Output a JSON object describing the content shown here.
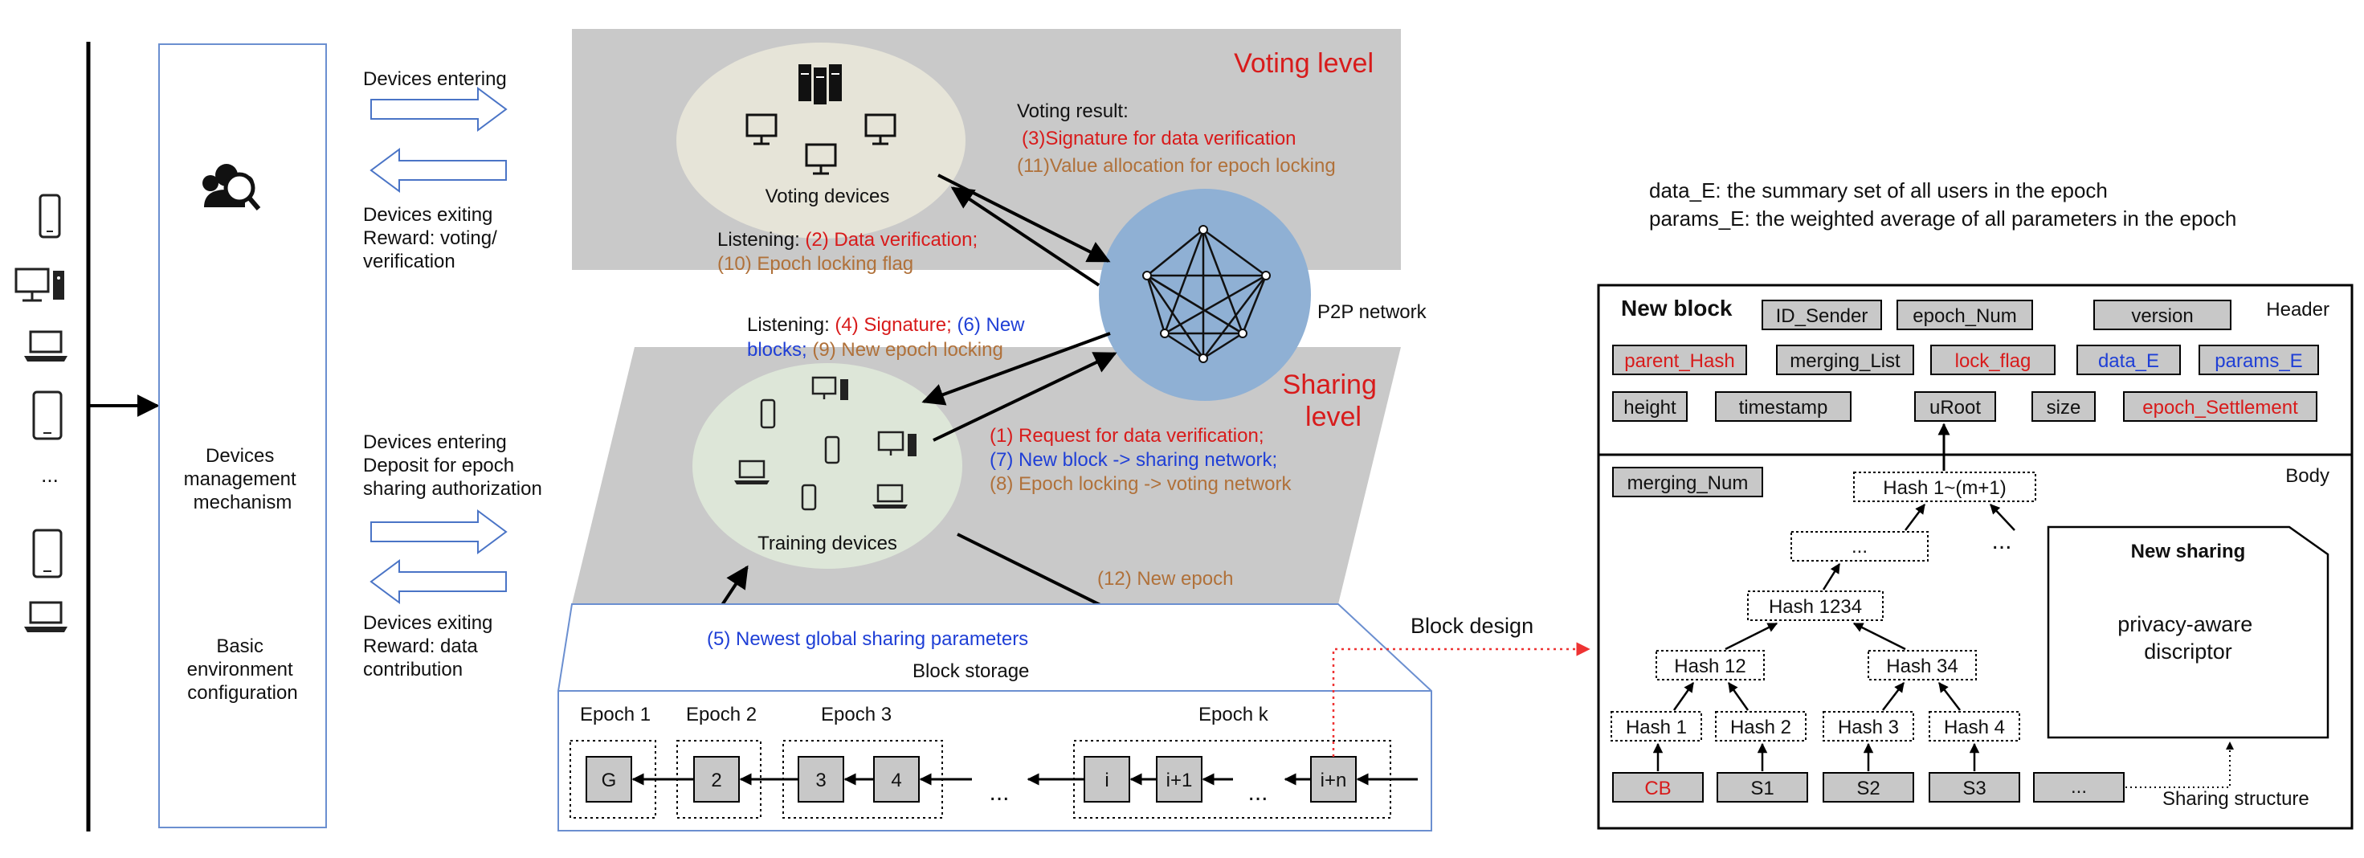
{
  "colors": {
    "red": "#d81b1b",
    "blue": "#1f3fd6",
    "brown": "#b0713a",
    "panel_gray": "#c9c9c9",
    "voting_ellipse": "#e6e4d8",
    "training_ellipse": "#dde6d8",
    "p2p_circle": "#8fb0d4",
    "frame_blue": "#6b8fd0",
    "field_gray": "#c8c8c8"
  },
  "left": {
    "device_icons": [
      "phone-icon",
      "desktop-icon",
      "laptop-icon",
      "tablet-icon",
      "ellipsis",
      "tablet-icon",
      "laptop-icon"
    ],
    "ellipsis": "...",
    "mechanism_label": [
      "Devices",
      "management",
      "mechanism"
    ],
    "basic_label": [
      "Basic",
      "environment",
      "configuration"
    ],
    "entering_top": "Devices entering",
    "exiting_top": [
      "Devices exiting",
      "Reward: voting/",
      "verification"
    ],
    "entering_bottom": [
      "Devices entering",
      "Deposit for epoch",
      "sharing authorization"
    ],
    "exiting_bottom": [
      "Devices exiting",
      "Reward: data",
      "contribution"
    ]
  },
  "voting": {
    "level_title": "Voting level",
    "devices_label": "Voting devices",
    "result_title": "Voting result:",
    "result_line1": "(3)Signature for data verification",
    "result_line2": "(11)Value allocation for epoch locking",
    "listening_prefix": "Listening: ",
    "listening_red": "(2) Data verification;",
    "listening_brown": "(10) Epoch locking flag"
  },
  "p2p": {
    "label": "P2P network"
  },
  "sharing": {
    "level_title_1": "Sharing",
    "level_title_2": "level",
    "devices_label": "Training devices",
    "listening_prefix": "Listening: ",
    "listening_red": "(4) Signature;",
    "listening_blue_1": "(6) New",
    "listening_blue_2": "blocks;",
    "listening_brown": "(9) New epoch locking",
    "req1": "(1) Request for data verification;",
    "req7": "(7) New block -> sharing network;",
    "req8": "(8) Epoch locking -> voting network",
    "new_epoch": "(12) New epoch"
  },
  "storage": {
    "newest": "(5) Newest global sharing parameters",
    "title": "Block storage",
    "block_design": "Block design",
    "epoch_labels": [
      "Epoch 1",
      "Epoch 2",
      "Epoch 3",
      "Epoch k"
    ],
    "blocks": [
      "G",
      "2",
      "3",
      "4",
      "i",
      "i+1",
      "i+n"
    ],
    "dots": "..."
  },
  "block": {
    "def1": "data_E: the summary set of all users in the epoch",
    "def2": "params_E: the weighted average of all parameters in the epoch",
    "title": "New block",
    "header": "Header",
    "body": "Body",
    "fields_row1": [
      "ID_Sender",
      "epoch_Num",
      "version"
    ],
    "fields_row2": [
      {
        "label": "parent_Hash",
        "color": "red"
      },
      {
        "label": "merging_List",
        "color": "black"
      },
      {
        "label": "lock_flag",
        "color": "red"
      },
      {
        "label": "data_E",
        "color": "blue"
      },
      {
        "label": "params_E",
        "color": "blue"
      }
    ],
    "fields_row3": [
      {
        "label": "height",
        "color": "black"
      },
      {
        "label": "timestamp",
        "color": "black"
      },
      {
        "label": "uRoot",
        "color": "black"
      },
      {
        "label": "size",
        "color": "black"
      },
      {
        "label": "epoch_Settlement",
        "color": "red"
      }
    ],
    "merging_num": "merging_Num",
    "hash_top": "Hash 1~(m+1)",
    "hash_dots": "...",
    "hash_1234": "Hash 1234",
    "hash_12": "Hash 12",
    "hash_34": "Hash 34",
    "hash_leaves": [
      "Hash 1",
      "Hash 2",
      "Hash 3",
      "Hash 4"
    ],
    "leaves": [
      {
        "label": "CB",
        "color": "red"
      },
      {
        "label": "S1",
        "color": "black"
      },
      {
        "label": "S2",
        "color": "black"
      },
      {
        "label": "S3",
        "color": "black"
      },
      {
        "label": "...",
        "color": "black"
      }
    ],
    "new_sharing_title": "New sharing",
    "new_sharing_text": [
      "privacy-aware",
      "discriptor"
    ],
    "sharing_structure": "Sharing structure"
  }
}
